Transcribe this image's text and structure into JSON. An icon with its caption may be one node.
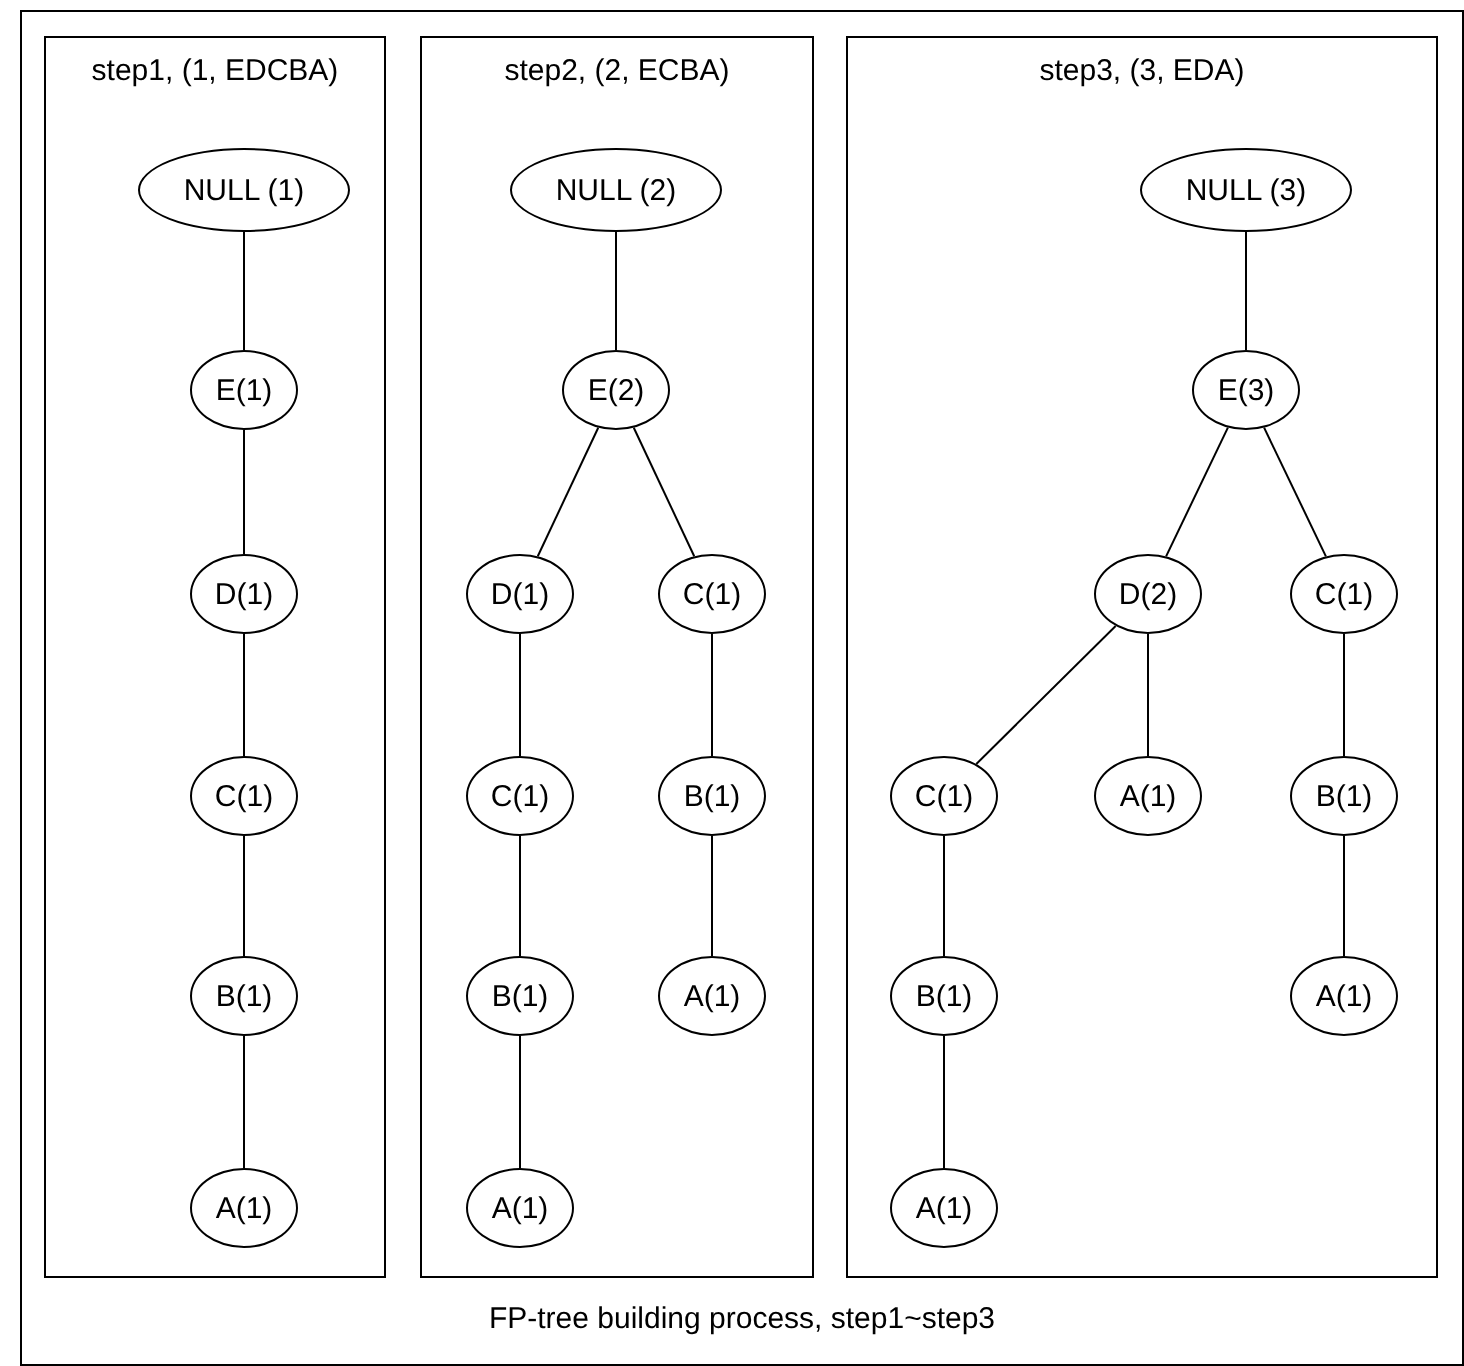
{
  "diagram": {
    "caption": "FP-tree building process, step1~step3",
    "nodes": [
      {
        "text": [
          "step1, (1, EDCBA)"
        ]
      },
      {
        "text": [
          "NULL (1)"
        ],
        "in": 0
      },
      {
        "text": [
          "E(1)"
        ],
        "in": 0
      },
      {
        "text": [
          "D(1)"
        ],
        "in": 0
      },
      {
        "text": [
          "C(1)"
        ],
        "in": 0
      },
      {
        "text": [
          "B(1)"
        ],
        "in": 0
      },
      {
        "text": [
          "A(1)"
        ],
        "in": 0
      },
      {
        "text": [
          "step2, (2, ECBA)"
        ]
      },
      {
        "text": [
          "NULL (2)"
        ],
        "in": 7
      },
      {
        "text": [
          "E(2)"
        ],
        "in": 7
      },
      {
        "text": [
          "D(1)"
        ],
        "in": 7
      },
      {
        "text": [
          "C(1)"
        ],
        "in": 7
      },
      {
        "text": [
          "C(1)"
        ],
        "in": 7
      },
      {
        "text": [
          "B(1)"
        ],
        "in": 7
      },
      {
        "text": [
          "B(1)"
        ],
        "in": 7
      },
      {
        "text": [
          "A(1)"
        ],
        "in": 7
      },
      {
        "text": [
          "A(1)"
        ],
        "in": 7
      },
      {
        "text": [
          "step3, (3, EDA)"
        ]
      },
      {
        "text": [
          "NULL (3)"
        ],
        "in": 17
      },
      {
        "text": [
          "E(3)"
        ],
        "in": 17
      },
      {
        "text": [
          "D(2)"
        ],
        "in": 17
      },
      {
        "text": [
          "C(1)"
        ],
        "in": 17
      },
      {
        "text": [
          "C(1)"
        ],
        "in": 17
      },
      {
        "text": [
          "A(1)"
        ],
        "in": 17
      },
      {
        "text": [
          "B(1)"
        ],
        "in": 17
      },
      {
        "text": [
          "B(1)"
        ],
        "in": 17
      },
      {
        "text": [
          "A(1)"
        ],
        "in": 17
      },
      {
        "text": [
          "A(1)"
        ],
        "in": 17
      }
    ],
    "edges": [
      {
        "from": 1,
        "to": 2,
        "arrow": "none"
      },
      {
        "from": 2,
        "to": 3,
        "arrow": "none"
      },
      {
        "from": 3,
        "to": 4,
        "arrow": "none"
      },
      {
        "from": 4,
        "to": 5,
        "arrow": "none"
      },
      {
        "from": 5,
        "to": 6,
        "arrow": "none"
      },
      {
        "from": 8,
        "to": 9,
        "arrow": "none"
      },
      {
        "from": 9,
        "to": 10,
        "arrow": "none"
      },
      {
        "from": 9,
        "to": 11,
        "arrow": "none"
      },
      {
        "from": 10,
        "to": 12,
        "arrow": "none"
      },
      {
        "from": 12,
        "to": 14,
        "arrow": "none"
      },
      {
        "from": 14,
        "to": 16,
        "arrow": "none"
      },
      {
        "from": 11,
        "to": 13,
        "arrow": "none"
      },
      {
        "from": 13,
        "to": 15,
        "arrow": "none"
      },
      {
        "from": 18,
        "to": 19,
        "arrow": "none"
      },
      {
        "from": 19,
        "to": 20,
        "arrow": "none"
      },
      {
        "from": 19,
        "to": 21,
        "arrow": "none"
      },
      {
        "from": 20,
        "to": 22,
        "arrow": "none"
      },
      {
        "from": 20,
        "to": 23,
        "arrow": "none"
      },
      {
        "from": 22,
        "to": 25,
        "arrow": "none"
      },
      {
        "from": 25,
        "to": 27,
        "arrow": "none"
      },
      {
        "from": 21,
        "to": 24,
        "arrow": "none"
      },
      {
        "from": 24,
        "to": 26,
        "arrow": "none"
      }
    ]
  }
}
